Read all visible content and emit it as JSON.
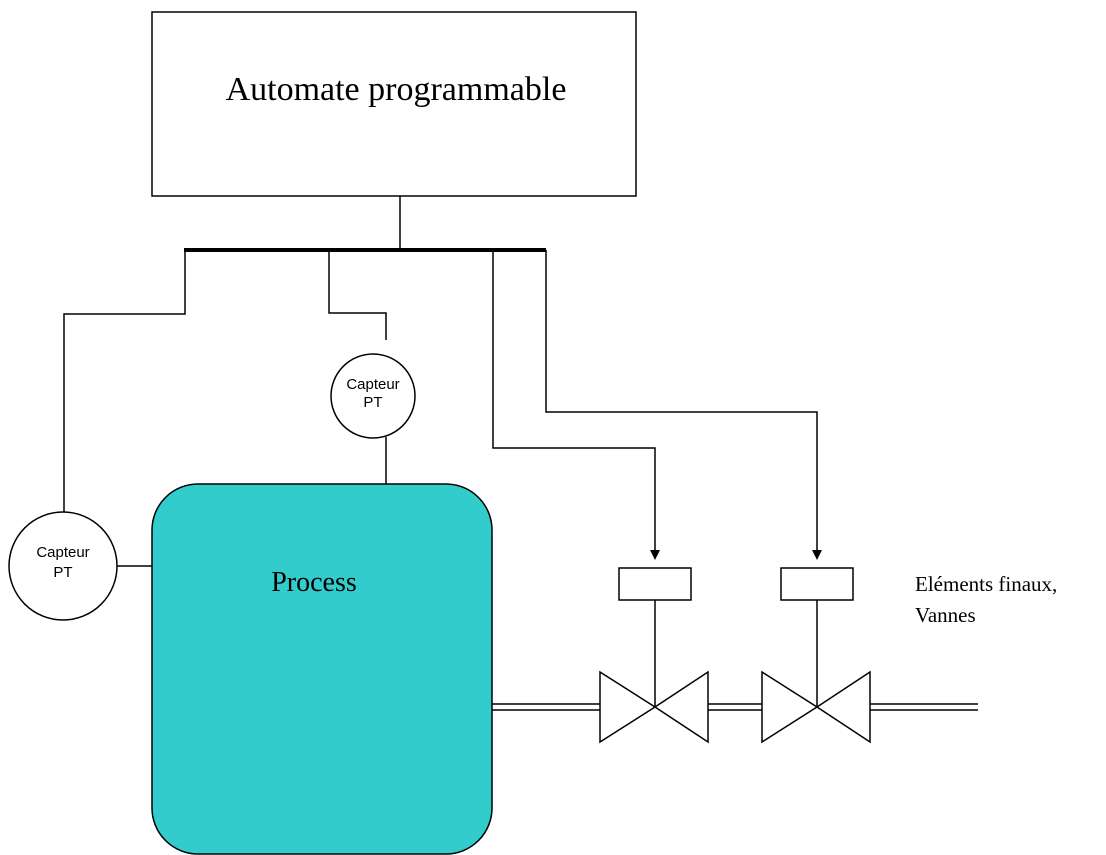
{
  "plc": {
    "label": "Automate programmable"
  },
  "process": {
    "label": "Process",
    "fill": "#33CCCC"
  },
  "sensor_top": {
    "line1": "Capteur",
    "line2": "PT"
  },
  "sensor_left": {
    "line1": "Capteur",
    "line2": "PT"
  },
  "final_elements": {
    "line1": "Eléments finaux,",
    "line2": "Vannes"
  }
}
